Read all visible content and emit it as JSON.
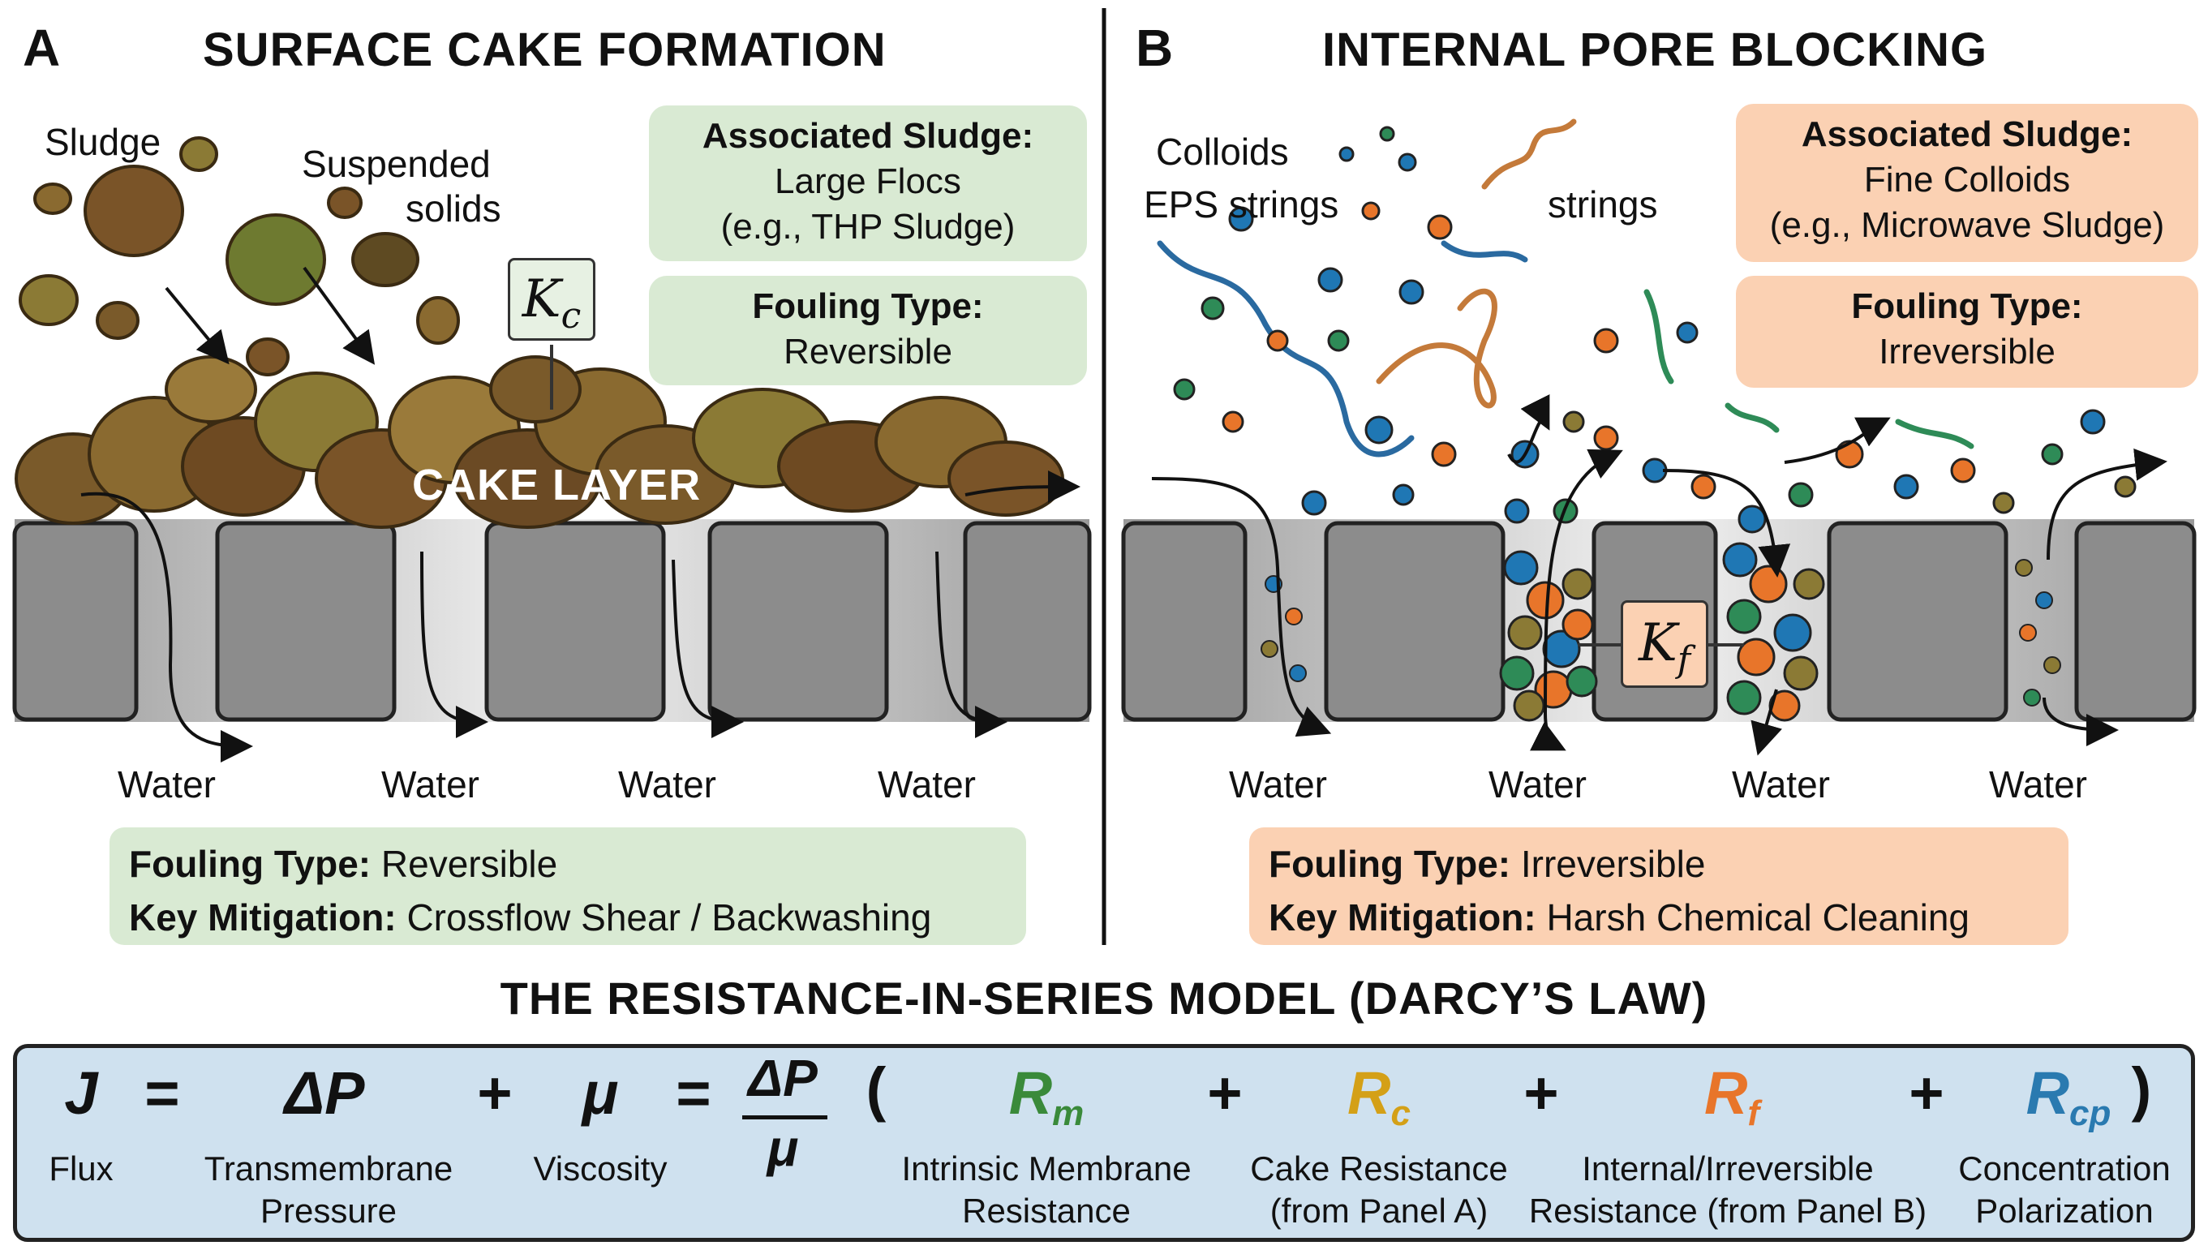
{
  "panel_a": {
    "letter": "A",
    "title": "SURFACE CAKE FORMATION",
    "label_sludge": "Sludge",
    "label_suspended_line1": "Suspended",
    "label_suspended_line2": "solids",
    "k_symbol": "K",
    "k_sub": "c",
    "cake_label": "CAKE LAYER",
    "assoc_box": {
      "heading": "Associated Sludge:",
      "line1": "Large Flocs",
      "line2": "(e.g., THP Sludge)"
    },
    "fouling_box": {
      "heading": "Fouling Type:",
      "value": "Reversible"
    },
    "water_labels": [
      "Water",
      "Water",
      "Water",
      "Water"
    ],
    "summary": {
      "fouling_label": "Fouling Type:",
      "fouling_value": "Reversible",
      "mitigation_label": "Key Mitigation:",
      "mitigation_value": "Crossflow Shear / Backwashing"
    }
  },
  "panel_b": {
    "letter": "B",
    "title": "INTERNAL PORE BLOCKING",
    "label_colloids": "Colloids",
    "label_eps": "EPS strings",
    "label_strings": "strings",
    "k_symbol": "K",
    "k_sub": "f",
    "assoc_box": {
      "heading": "Associated Sludge:",
      "line1": "Fine Colloids",
      "line2": "(e.g., Microwave Sludge)"
    },
    "fouling_box": {
      "heading": "Fouling Type:",
      "value": "Irreversible"
    },
    "water_labels": [
      "Water",
      "Water",
      "Water",
      "Water"
    ],
    "summary": {
      "fouling_label": "Fouling Type:",
      "fouling_value": "Irreversible",
      "mitigation_label": "Key Mitigation:",
      "mitigation_value": "Harsh Chemical Cleaning"
    }
  },
  "model": {
    "title": "THE RESISTANCE-IN-SERIES MODEL (DARCY’S LAW)",
    "terms": {
      "J": "J",
      "eq1": "=",
      "dP": "ΔP",
      "plus1": "+",
      "mu": "μ",
      "eq2": "=",
      "frac_num": "ΔP",
      "frac_den": "μ",
      "lparen": "(",
      "Rm": "R",
      "Rm_sub": "m",
      "plus2": "+",
      "Rc": "R",
      "Rc_sub": "c",
      "plus3": "+",
      "Rf": "R",
      "Rf_sub": "f",
      "plus4": "+",
      "Rcp": "R",
      "Rcp_sub": "cp",
      "rparen": ")"
    },
    "descriptions": {
      "flux": "Flux",
      "tmp_line1": "Transmembrane",
      "tmp_line2": "Pressure",
      "viscosity": "Viscosity",
      "rm_line1": "Intrinsic Membrane",
      "rm_line2": "Resistance",
      "rc_line1": "Cake Resistance",
      "rc_line2": "(from Panel A)",
      "rf_line1": "Internal/Irreversible",
      "rf_line2": "Resistance (from Panel B)",
      "rcp_line1": "Concentration",
      "rcp_line2": "Polarization"
    },
    "colors": {
      "Rm": "#3a8a3a",
      "Rc": "#d4a017",
      "Rf": "#e8752a",
      "Rcp": "#2a7ab0"
    }
  }
}
